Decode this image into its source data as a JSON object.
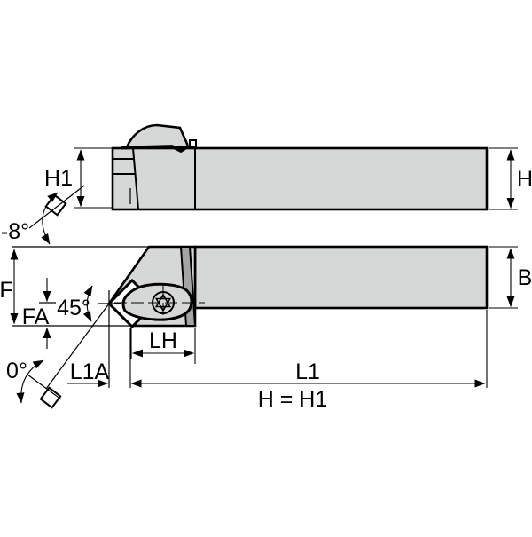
{
  "drawing": {
    "title": "toolholder-dimension-diagram",
    "colors": {
      "background": "#ffffff",
      "body": "#d6d7d7",
      "slot": "#a4a4a4",
      "insert": "#ffffff",
      "line": "#000000"
    },
    "labels": {
      "h1": "H1",
      "h": "H",
      "rake_angle": "-8°",
      "f": "F",
      "fa": "FA",
      "lead_angle": "45°",
      "b": "B",
      "lh": "LH",
      "inclination_angle": "0°",
      "l1a": "L1A",
      "l1": "L1",
      "note": "H = H1"
    }
  }
}
